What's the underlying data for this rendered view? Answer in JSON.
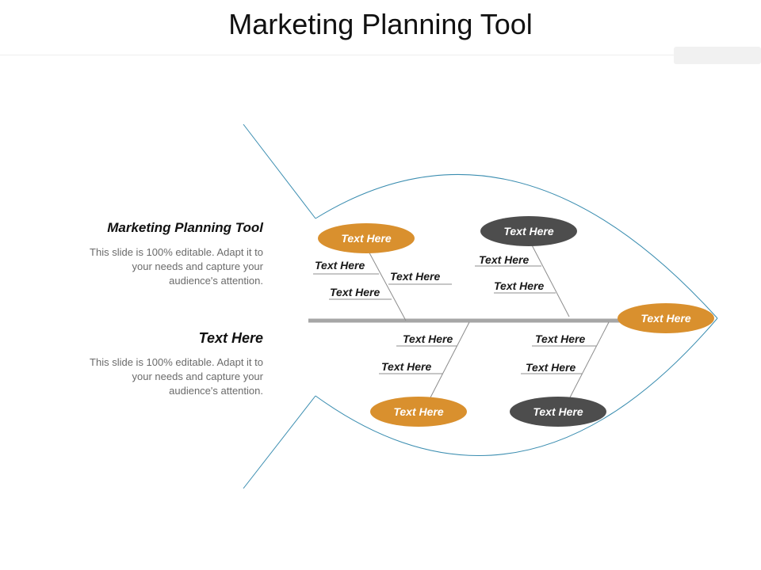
{
  "title": "Marketing Planning Tool",
  "colors": {
    "orange": "#D9902E",
    "dark": "#4D4D4D",
    "outline": "#3A8DB0",
    "spine": "#A6A6A6",
    "branch": "#8C8C8C"
  },
  "sidebar": {
    "block1": {
      "heading": "Marketing Planning Tool",
      "lines": [
        "This slide is 100% editable. Adapt it to",
        "your needs and capture your",
        "audience's attention."
      ]
    },
    "block2": {
      "heading": "Text Here",
      "lines": [
        "This slide is 100% editable. Adapt it to",
        "your needs and capture your",
        "audience's attention."
      ]
    }
  },
  "diagram": {
    "head_label": "Text Here",
    "ovals": {
      "top_left": "Text Here",
      "top_right": "Text Here",
      "bottom_left": "Text Here",
      "bottom_right": "Text Here"
    },
    "sub_labels": {
      "tl_1": "Text Here",
      "tl_2": "Text Here",
      "tl_3": "Text Here",
      "tr_1": "Text Here",
      "tr_2": "Text Here",
      "bl_1": "Text Here",
      "bl_2": "Text Here",
      "br_1": "Text Here",
      "br_2": "Text Here"
    }
  }
}
